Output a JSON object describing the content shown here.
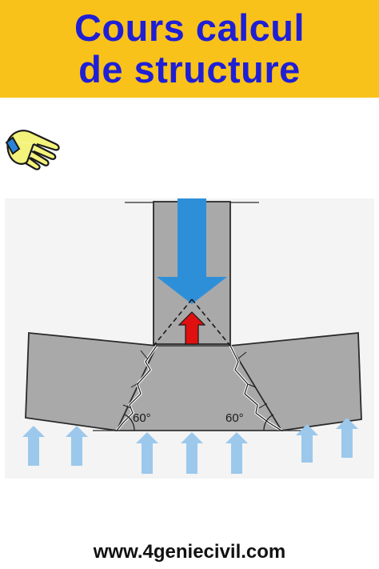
{
  "banner": {
    "line1": "Cours calcul",
    "line2": "de structure",
    "bg_color": "#f9c21a",
    "text_color": "#1f1fd6"
  },
  "icons": {
    "pointer": "pointing-hand-icon"
  },
  "figure": {
    "angle_left": "60°",
    "angle_right": "60°",
    "load_arrow_color": "#2e8fd9",
    "reaction_arrow_color": "#e01010",
    "soil_arrow_color": "#9cc8ec"
  },
  "footer": {
    "url": "www.4geniecivil.com"
  }
}
